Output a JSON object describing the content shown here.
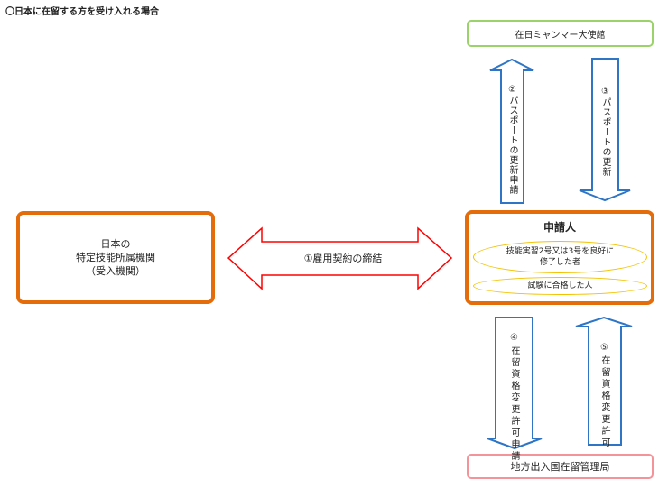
{
  "title": "〇日本に在留する方を受け入れる場合",
  "nodes": {
    "embassy": "在日ミャンマー大使館",
    "employer": [
      "日本の",
      "特定技能所属機関",
      "（受入機関）"
    ],
    "applicant": {
      "title": "申請人",
      "conditions": [
        "技能実習2号又は3号を良好に修了した者",
        "試験に合格した人"
      ]
    },
    "immigration": "地方出入国在留管理局"
  },
  "arrows": {
    "contract": "①雇用契約の締結",
    "passport_apply": "②パスポートの更新申請",
    "passport_renew": "③パスポートの更新",
    "status_apply": "④在留資格変更許可申請",
    "status_permit": "⑤在留資格変更許可"
  },
  "colors": {
    "orange": "#e46c0a",
    "green": "#9bd26a",
    "pink": "#f4939a",
    "yellow": "#f2c200",
    "blue": "#2e75c6",
    "red": "#ff0000"
  }
}
